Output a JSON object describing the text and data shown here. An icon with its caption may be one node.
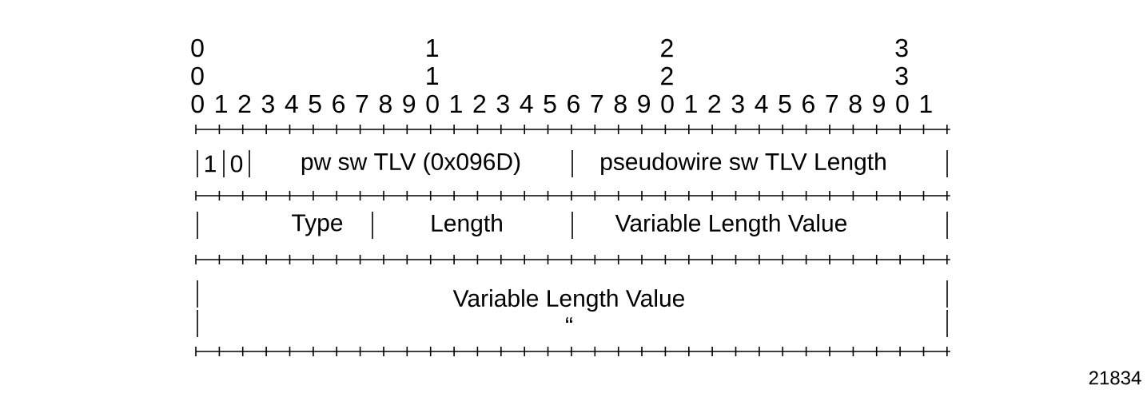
{
  "diagram": {
    "nodes": [
      {
        "text": [
          "1"
        ]
      },
      {
        "text": [
          "0"
        ]
      },
      {
        "text": [
          "pw sw TLV (0x096D)"
        ]
      },
      {
        "text": [
          "pseudowire sw TLV Length"
        ]
      },
      {
        "text": [
          "Type"
        ]
      },
      {
        "text": [
          "Length"
        ]
      },
      {
        "text": [
          "Variable Length Value"
        ]
      },
      {
        "text": [
          "Variable Length Value",
          "“"
        ]
      }
    ],
    "labels": [
      "0",
      "1",
      "2",
      "3",
      "0",
      "1",
      "2",
      "3",
      "0 1 2 3 4 5 6 7 8 9 0 1 2 3 4 5 6 7 8 9 0 1 2 3 4 5 6 7 8 9 0 1",
      "21834"
    ]
  }
}
